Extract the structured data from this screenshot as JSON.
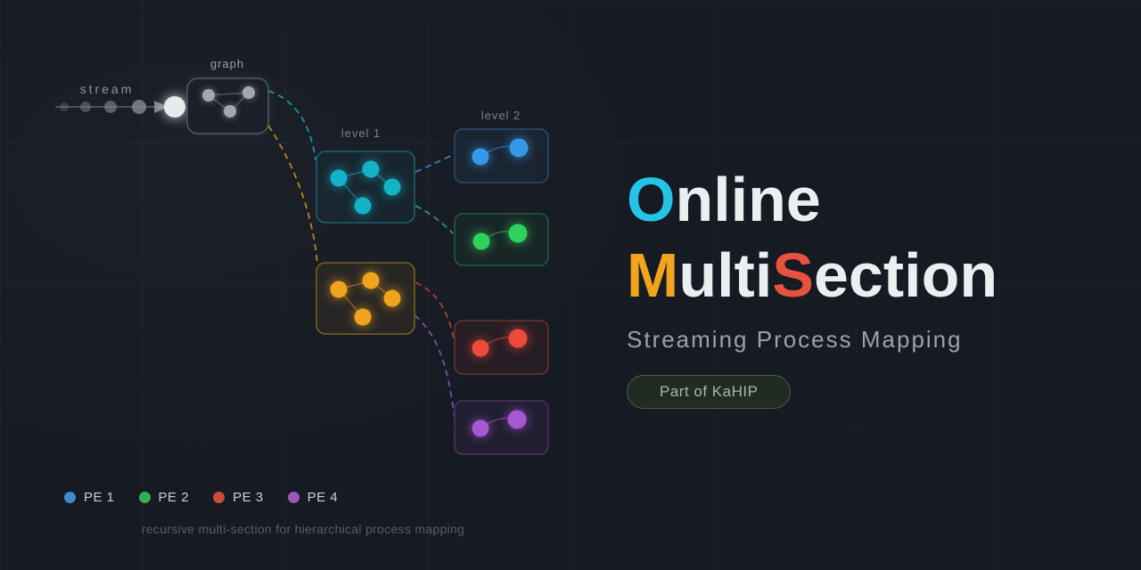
{
  "colors": {
    "background": "#161a23",
    "grid_line": "#2a2f3a",
    "accent_cyan": "#25c4e6",
    "accent_orange": "#f2a41c",
    "accent_red": "#e8513f",
    "title_white": "#eceef0",
    "subtitle_gray": "#9aa1ab",
    "teal_node": "#14b2c6",
    "orange_node": "#f0a31c",
    "blue_node": "#3498e8",
    "green_node": "#30d05c",
    "red_node": "#ee4a38",
    "purple_node": "#a658d4",
    "badge_background": "#202b21",
    "badge_border": "#4b5e4c",
    "badge_text": "#a2bba4"
  },
  "diagram": {
    "stream_label": "stream",
    "graph_label": "graph",
    "level1_label": "level 1",
    "level2_label": "level 2"
  },
  "title": {
    "line1_accent": "O",
    "line1_rest": "nline",
    "line2_accent1": "M",
    "line2_mid": "ulti",
    "line2_accent2": "S",
    "line2_rest": "ection"
  },
  "subtitle": "Streaming Process Mapping",
  "badge": {
    "label": "Part of KaHIP"
  },
  "legend": {
    "items": [
      {
        "label": "PE 1",
        "color": "#3b8ccc"
      },
      {
        "label": "PE 2",
        "color": "#2eb156"
      },
      {
        "label": "PE 3",
        "color": "#cc4a3a"
      },
      {
        "label": "PE 4",
        "color": "#9a58b8"
      }
    ]
  },
  "caption": "recursive multi-section for hierarchical process mapping"
}
